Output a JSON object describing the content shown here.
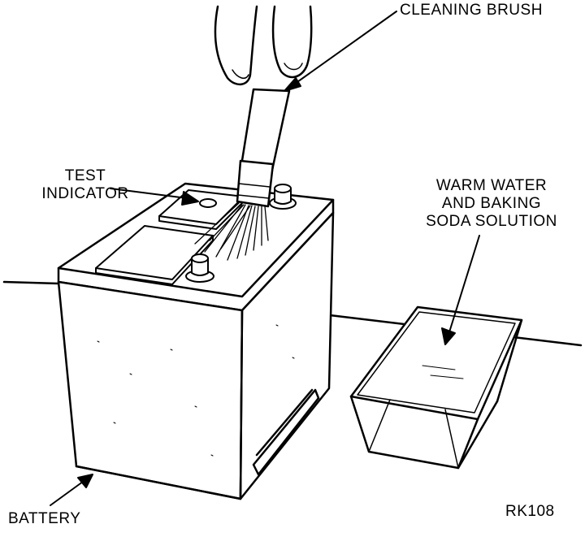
{
  "labels": {
    "cleaning_brush": "CLEANING BRUSH",
    "test_indicator": [
      "TEST",
      "INDICATOR"
    ],
    "solution": [
      "WARM WATER",
      "AND BAKING",
      "SODA SOLUTION"
    ],
    "battery": "BATTERY",
    "figure_code": "RK108"
  }
}
